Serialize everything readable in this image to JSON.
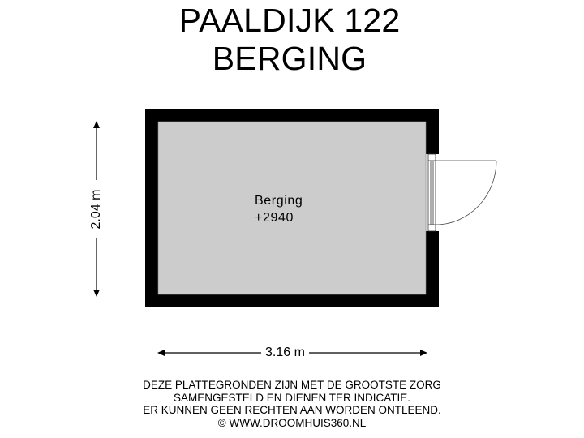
{
  "title": {
    "line1": "PAALDIJK 122",
    "line2": "BERGING"
  },
  "room": {
    "name": "Berging",
    "level": "+2940",
    "fill_color": "#cccccc",
    "wall_color": "#000000"
  },
  "dimensions": {
    "width": "3.16 m",
    "height": "2.04 m"
  },
  "disclaimer": {
    "line1": "DEZE PLATTEGRONDEN ZIJN MET DE GROOTSTE ZORG",
    "line2": "SAMENGESTELD EN DIENEN TER INDICATIE.",
    "line3": "ER KUNNEN GEEN RECHTEN AAN WORDEN ONTLEEND.",
    "line4": "© WWW.DROOMHUIS360.NL"
  }
}
